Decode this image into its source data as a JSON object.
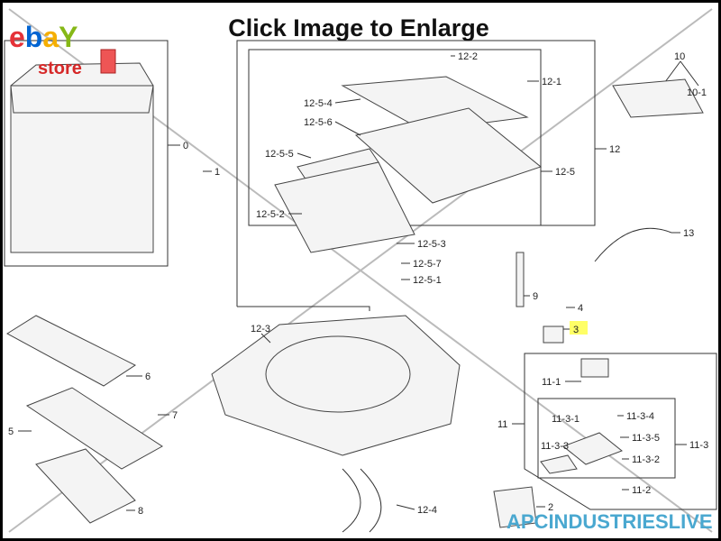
{
  "header": {
    "title": "Click Image to Enlarge"
  },
  "logo": {
    "brand": "ebay",
    "sub": "store",
    "colors": {
      "e": "#e53238",
      "b": "#0064d2",
      "a": "#f5af02",
      "y": "#86b817",
      "store": "#d62828"
    }
  },
  "watermark": {
    "text": "APCINDUSTRIESLIVE",
    "color": "#4aa8d0"
  },
  "highlight_color": "#ffff66",
  "parts": {
    "p0": "0",
    "p1": "1",
    "p2": "2",
    "p3": "3",
    "p4": "4",
    "p5": "5",
    "p6": "6",
    "p7": "7",
    "p8": "8",
    "p9": "9",
    "p10": "10",
    "p10_1": "10-1",
    "p11": "11",
    "p11_1": "11-1",
    "p11_2": "11-2",
    "p11_3": "11-3",
    "p11_3_1": "11-3-1",
    "p11_3_2": "11-3-2",
    "p11_3_3": "11-3-3",
    "p11_3_4": "11-3-4",
    "p11_3_5": "11-3-5",
    "p12": "12",
    "p12_1": "12-1",
    "p12_2": "12-2",
    "p12_3": "12-3",
    "p12_4": "12-4",
    "p12_5": "12-5",
    "p12_5_1": "12-5-1",
    "p12_5_2": "12-5-2",
    "p12_5_3": "12-5-3",
    "p12_5_4": "12-5-4",
    "p12_5_5": "12-5-5",
    "p12_5_6": "12-5-6",
    "p12_5_7": "12-5-7",
    "p13": "13"
  }
}
